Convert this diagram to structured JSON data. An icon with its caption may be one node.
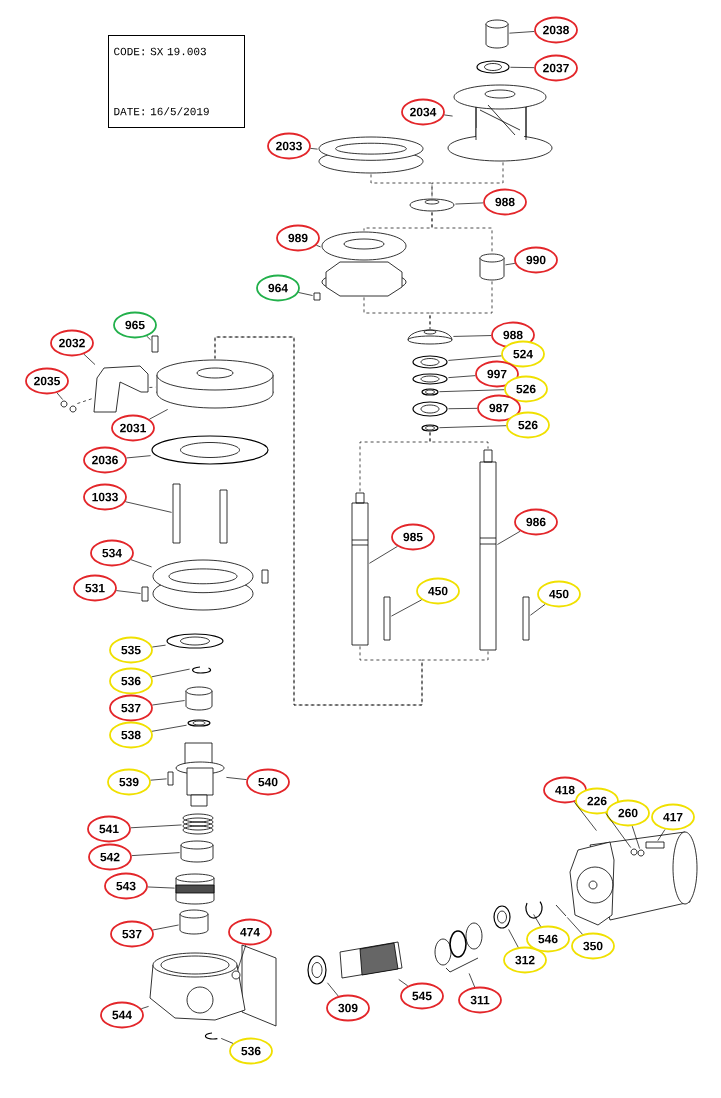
{
  "diagram": {
    "nodes": [
      {
        "text": [
          "CODE: SX 19.003",
          "DATE: 16/5/2019"
        ]
      },
      {
        "text": [
          "2038"
        ]
      },
      {
        "text": [
          "2037"
        ]
      },
      {
        "text": [
          "2034"
        ]
      },
      {
        "text": [
          "2033"
        ]
      },
      {
        "text": [
          "988"
        ]
      },
      {
        "text": [
          "989"
        ]
      },
      {
        "text": [
          "990"
        ]
      },
      {
        "text": [
          "964"
        ]
      },
      {
        "text": [
          "965"
        ]
      },
      {
        "text": [
          "2032"
        ]
      },
      {
        "text": [
          "2035"
        ]
      },
      {
        "text": [
          "2031"
        ]
      },
      {
        "text": [
          "988"
        ]
      },
      {
        "text": [
          "524"
        ]
      },
      {
        "text": [
          "997"
        ]
      },
      {
        "text": [
          "526"
        ]
      },
      {
        "text": [
          "987"
        ]
      },
      {
        "text": [
          "526"
        ]
      },
      {
        "text": [
          "2036"
        ]
      },
      {
        "text": [
          "1033"
        ]
      },
      {
        "text": [
          "985"
        ]
      },
      {
        "text": [
          "986"
        ]
      },
      {
        "text": [
          "534"
        ]
      },
      {
        "text": [
          "531"
        ]
      },
      {
        "text": [
          "450"
        ]
      },
      {
        "text": [
          "450"
        ]
      },
      {
        "text": [
          "535"
        ]
      },
      {
        "text": [
          "536"
        ]
      },
      {
        "text": [
          "537"
        ]
      },
      {
        "text": [
          "538"
        ]
      },
      {
        "text": [
          "539"
        ]
      },
      {
        "text": [
          "540"
        ]
      },
      {
        "text": [
          "541"
        ]
      },
      {
        "text": [
          "542"
        ]
      },
      {
        "text": [
          "543"
        ]
      },
      {
        "text": [
          "537"
        ]
      },
      {
        "text": [
          "474"
        ]
      },
      {
        "text": [
          "544"
        ]
      },
      {
        "text": [
          "536"
        ]
      },
      {
        "text": [
          "309"
        ]
      },
      {
        "text": [
          "545"
        ]
      },
      {
        "text": [
          "311"
        ]
      },
      {
        "text": [
          "312"
        ]
      },
      {
        "text": [
          "546"
        ]
      },
      {
        "text": [
          "350"
        ]
      },
      {
        "text": [
          "418"
        ]
      },
      {
        "text": [
          "226"
        ]
      },
      {
        "text": [
          "260"
        ]
      },
      {
        "text": [
          "417"
        ]
      },
      {
        "text": [],
        "shape": "cylinder"
      },
      {
        "text": [],
        "shape": "ring"
      },
      {
        "text": [],
        "shape": "picture"
      },
      {
        "text": [],
        "shape": "disc"
      },
      {
        "text": [],
        "shape": "picture"
      },
      {
        "text": [],
        "shape": "picture"
      },
      {
        "text": [],
        "shape": "cylinder"
      },
      {
        "text": [],
        "shape": "box"
      },
      {
        "text": [],
        "shape": "bar"
      },
      {
        "text": [],
        "shape": "picture"
      },
      {
        "text": [],
        "shape": "picture"
      },
      {
        "text": [],
        "shape": "picture"
      },
      {
        "text": [],
        "shape": "picture"
      },
      {
        "text": [],
        "shape": "ring"
      },
      {
        "text": [],
        "shape": "ring"
      },
      {
        "text": [],
        "shape": "ring"
      },
      {
        "text": [],
        "shape": "ring"
      },
      {
        "text": [],
        "shape": "ring"
      },
      {
        "text": [],
        "shape": "ring"
      },
      {
        "text": [],
        "shape": "bar"
      },
      {
        "text": [],
        "shape": "picture"
      },
      {
        "text": [],
        "shape": "picture"
      },
      {
        "text": [],
        "shape": "disc"
      },
      {
        "text": [],
        "shape": "bar"
      },
      {
        "text": [],
        "shape": "bar"
      },
      {
        "text": [],
        "shape": "bar"
      },
      {
        "text": [],
        "shape": "ring"
      },
      {
        "text": [],
        "shape": "picture"
      },
      {
        "text": [],
        "shape": "cylinder"
      },
      {
        "text": [],
        "shape": "ring"
      },
      {
        "text": [],
        "shape": "box"
      },
      {
        "text": [],
        "shape": "picture"
      },
      {
        "text": [],
        "shape": "picture"
      },
      {
        "text": [],
        "shape": "cylinder"
      },
      {
        "text": [],
        "shape": "picture"
      },
      {
        "text": [],
        "shape": "cylinder"
      },
      {
        "text": [],
        "shape": "picture"
      },
      {
        "text": [],
        "shape": "circle",
        "in": 86
      },
      {
        "text": [],
        "shape": "picture"
      },
      {
        "text": [],
        "shape": "ring"
      },
      {
        "text": [],
        "shape": "picture"
      },
      {
        "text": [],
        "shape": "picture"
      },
      {
        "text": [],
        "shape": "ring"
      },
      {
        "text": [],
        "shape": "picture"
      },
      {
        "text": [],
        "shape": "picture"
      },
      {
        "text": [],
        "shape": "picture"
      },
      {
        "text": [],
        "shape": "circle",
        "in": 95
      },
      {
        "text": [],
        "shape": "circle",
        "in": 95
      },
      {
        "text": [],
        "shape": "bar",
        "in": 95
      }
    ],
    "edges": [
      {
        "from": 1,
        "to": 50,
        "arrow": "none"
      },
      {
        "from": 2,
        "to": 51,
        "arrow": "none"
      },
      {
        "from": 3,
        "to": 52,
        "arrow": "none"
      },
      {
        "from": 4,
        "to": 53,
        "arrow": "none"
      },
      {
        "from": 5,
        "to": 54,
        "arrow": "none"
      },
      {
        "from": 6,
        "to": 55,
        "arrow": "none"
      },
      {
        "from": 7,
        "to": 56,
        "arrow": "none"
      },
      {
        "from": 8,
        "to": 57,
        "arrow": "none"
      },
      {
        "from": 9,
        "to": 58,
        "arrow": "none"
      },
      {
        "from": 10,
        "to": 59,
        "arrow": "none"
      },
      {
        "from": 11,
        "to": 60,
        "arrow": "none"
      },
      {
        "from": 12,
        "to": 61,
        "arrow": "none"
      },
      {
        "from": 13,
        "to": 62,
        "arrow": "none"
      },
      {
        "from": 14,
        "to": 63,
        "arrow": "none"
      },
      {
        "from": 15,
        "to": 64,
        "arrow": "none"
      },
      {
        "from": 16,
        "to": 65,
        "arrow": "none"
      },
      {
        "from": 17,
        "to": 66,
        "arrow": "none"
      },
      {
        "from": 18,
        "to": 67,
        "arrow": "none"
      },
      {
        "from": 19,
        "to": 68,
        "arrow": "none"
      },
      {
        "from": 20,
        "to": 69,
        "arrow": "none"
      },
      {
        "from": 21,
        "to": 70,
        "arrow": "none"
      },
      {
        "from": 22,
        "to": 71,
        "arrow": "none"
      },
      {
        "from": 23,
        "to": 72,
        "arrow": "none"
      },
      {
        "from": 24,
        "to": 73,
        "arrow": "none"
      },
      {
        "from": 25,
        "to": 74,
        "arrow": "none"
      },
      {
        "from": 26,
        "to": 75,
        "arrow": "none"
      },
      {
        "from": 27,
        "to": 76,
        "arrow": "none"
      },
      {
        "from": 28,
        "to": 77,
        "arrow": "none"
      },
      {
        "from": 29,
        "to": 78,
        "arrow": "none"
      },
      {
        "from": 30,
        "to": 79,
        "arrow": "none"
      },
      {
        "from": 31,
        "to": 80,
        "arrow": "none"
      },
      {
        "from": 32,
        "to": 81,
        "arrow": "none"
      },
      {
        "from": 33,
        "to": 82,
        "arrow": "none"
      },
      {
        "from": 34,
        "to": 83,
        "arrow": "none"
      },
      {
        "from": 35,
        "to": 84,
        "arrow": "none"
      },
      {
        "from": 36,
        "to": 85,
        "arrow": "none"
      },
      {
        "from": 37,
        "to": 87,
        "arrow": "none"
      },
      {
        "from": 38,
        "to": 86,
        "arrow": "none"
      },
      {
        "from": 39,
        "to": 88,
        "arrow": "none"
      },
      {
        "from": 40,
        "to": 89,
        "arrow": "none"
      },
      {
        "from": 41,
        "to": 90,
        "arrow": "none"
      },
      {
        "from": 42,
        "to": 91,
        "arrow": "none"
      },
      {
        "from": 43,
        "to": 92,
        "arrow": "none"
      },
      {
        "from": 44,
        "to": 93,
        "arrow": "none"
      },
      {
        "from": 45,
        "to": 94,
        "arrow": "none"
      },
      {
        "from": 46,
        "to": 95,
        "arrow": "none"
      },
      {
        "from": 47,
        "to": 96,
        "arrow": "none"
      },
      {
        "from": 48,
        "to": 97,
        "arrow": "none"
      },
      {
        "from": 49,
        "to": 98,
        "arrow": "none"
      },
      {
        "from": 53,
        "to": 54,
        "arrow": "none",
        "style": "dashed"
      },
      {
        "from": 52,
        "to": 54,
        "arrow": "none",
        "style": "dashed"
      },
      {
        "from": 54,
        "to": 55,
        "arrow": "none",
        "style": "dashed"
      },
      {
        "from": 54,
        "to": 56,
        "arrow": "none",
        "style": "dashed"
      },
      {
        "from": 55,
        "to": 62,
        "arrow": "none",
        "style": "dashed"
      },
      {
        "from": 56,
        "to": 62,
        "arrow": "none",
        "style": "dashed"
      },
      {
        "from": 67,
        "to": 70,
        "arrow": "none",
        "style": "dashed"
      },
      {
        "from": 67,
        "to": 71,
        "arrow": "none",
        "style": "dashed"
      },
      {
        "from": 70,
        "to": 61,
        "arrow": "none",
        "style": "dashed"
      },
      {
        "from": 71,
        "to": 61,
        "arrow": "none",
        "style": "dashed"
      },
      {
        "from": 60,
        "to": 59,
        "arrow": "none",
        "style": "dashed"
      },
      {
        "from": 59,
        "to": 61,
        "arrow": "none",
        "style": "dashed"
      }
    ]
  }
}
